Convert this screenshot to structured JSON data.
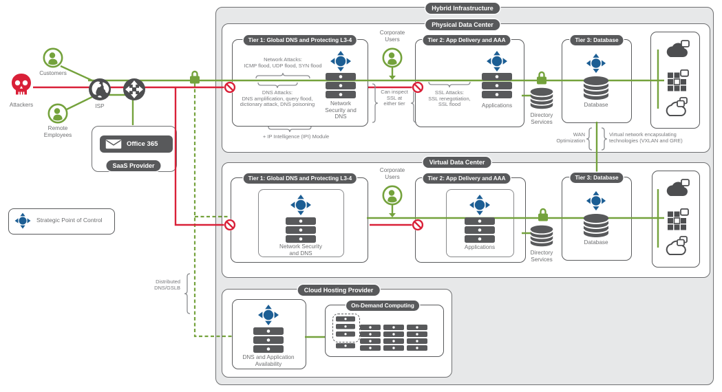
{
  "colors": {
    "green": "#74a23c",
    "red": "#d92038",
    "dark": "#58595b",
    "blue": "#1c5e94",
    "panel": "#e7e8e9",
    "annotation": "#77787b"
  },
  "left_side": {
    "attackers": "Attackers",
    "customers": "Customers",
    "remote": [
      "Remote",
      "Employees"
    ],
    "isp": "ISP",
    "office": "Office 365",
    "saas": "SaaS Provider"
  },
  "legend": {
    "spoc": "Strategic Point of Control"
  },
  "distributed": [
    "Distributed",
    "DNS/GSLB"
  ],
  "hybrid": {
    "title": "Hybrid Infrastructure"
  },
  "physical": {
    "title": "Physical Data Center",
    "tier1": {
      "label": "Tier 1: Global DNS and Protecting L3-4",
      "network_attacks": [
        "Network Attacks:",
        "ICMP flood, UDP flood, SYN flood"
      ],
      "dns_attacks": [
        "DNS Attacks:",
        "DNS amplification, query flood,",
        "dictionary attack, DNS poisoning"
      ],
      "device": [
        "Network",
        "Security and",
        "DNS"
      ],
      "ipi_note": "+ IP Intelligence (IPI) Module"
    },
    "corporate_users": [
      "Corporate",
      "Users"
    ],
    "can_inspect": [
      "Can inspect",
      "SSL at",
      "either tier"
    ],
    "tier2": {
      "label": "Tier 2: App Delivery and AAA",
      "ssl_attacks": [
        "SSL Attacks:",
        "SSL renegotiation,",
        "SSL flood"
      ],
      "device": "Applications"
    },
    "directory": [
      "Directory",
      "Services"
    ],
    "tier3": {
      "label": "Tier 3: Database",
      "device": "Database"
    }
  },
  "wan": {
    "left": [
      "WAN",
      "Optimization"
    ],
    "right": [
      "Virtual network encapsulating",
      "technologies (VXLAN and GRE)"
    ]
  },
  "virtual": {
    "title": "Virtual Data Center",
    "tier1": {
      "label": "Tier 1: Global DNS and Protecting L3-4",
      "device": [
        "Network Security",
        "and DNS"
      ]
    },
    "corporate_users": [
      "Corporate",
      "Users"
    ],
    "tier2": {
      "label": "Tier 2: App Delivery and AAA",
      "device": "Applications"
    },
    "directory": [
      "Directory",
      "Services"
    ],
    "tier3": {
      "label": "Tier 3: Database",
      "device": "Database"
    }
  },
  "cloud": {
    "title": "Cloud Hosting Provider",
    "dns_device": [
      "DNS and Application",
      "Availability"
    ],
    "on_demand": "On-Demand Computing"
  }
}
